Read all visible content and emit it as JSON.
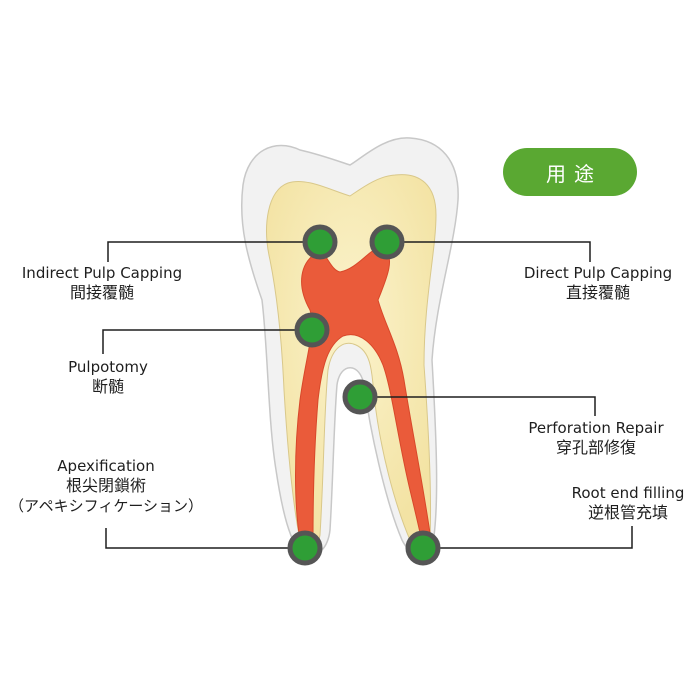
{
  "badge": "用途",
  "labels": {
    "indirect": {
      "en": "Indirect Pulp Capping",
      "jp": "間接覆髄"
    },
    "direct": {
      "en": "Direct Pulp Capping",
      "jp": "直接覆髄"
    },
    "pulpotomy": {
      "en": "Pulpotomy",
      "jp": "断髄"
    },
    "perforation": {
      "en": "Perforation Repair",
      "jp": "穿孔部修復"
    },
    "apexification": {
      "en": "Apexification",
      "jp": "根尖閉鎖術",
      "kana": "（アペキシフィケーション）"
    },
    "root_end": {
      "en": "Root end filling",
      "jp": "逆根管充填"
    }
  },
  "colors": {
    "enamel": "#f0f0f0",
    "dentin": "#f7ecb8",
    "pulp": "#ea5b3a",
    "marker_fill": "#2f9e36",
    "marker_ring": "#555555",
    "leader": "#1e1e1e",
    "badge": "#5aa832"
  }
}
